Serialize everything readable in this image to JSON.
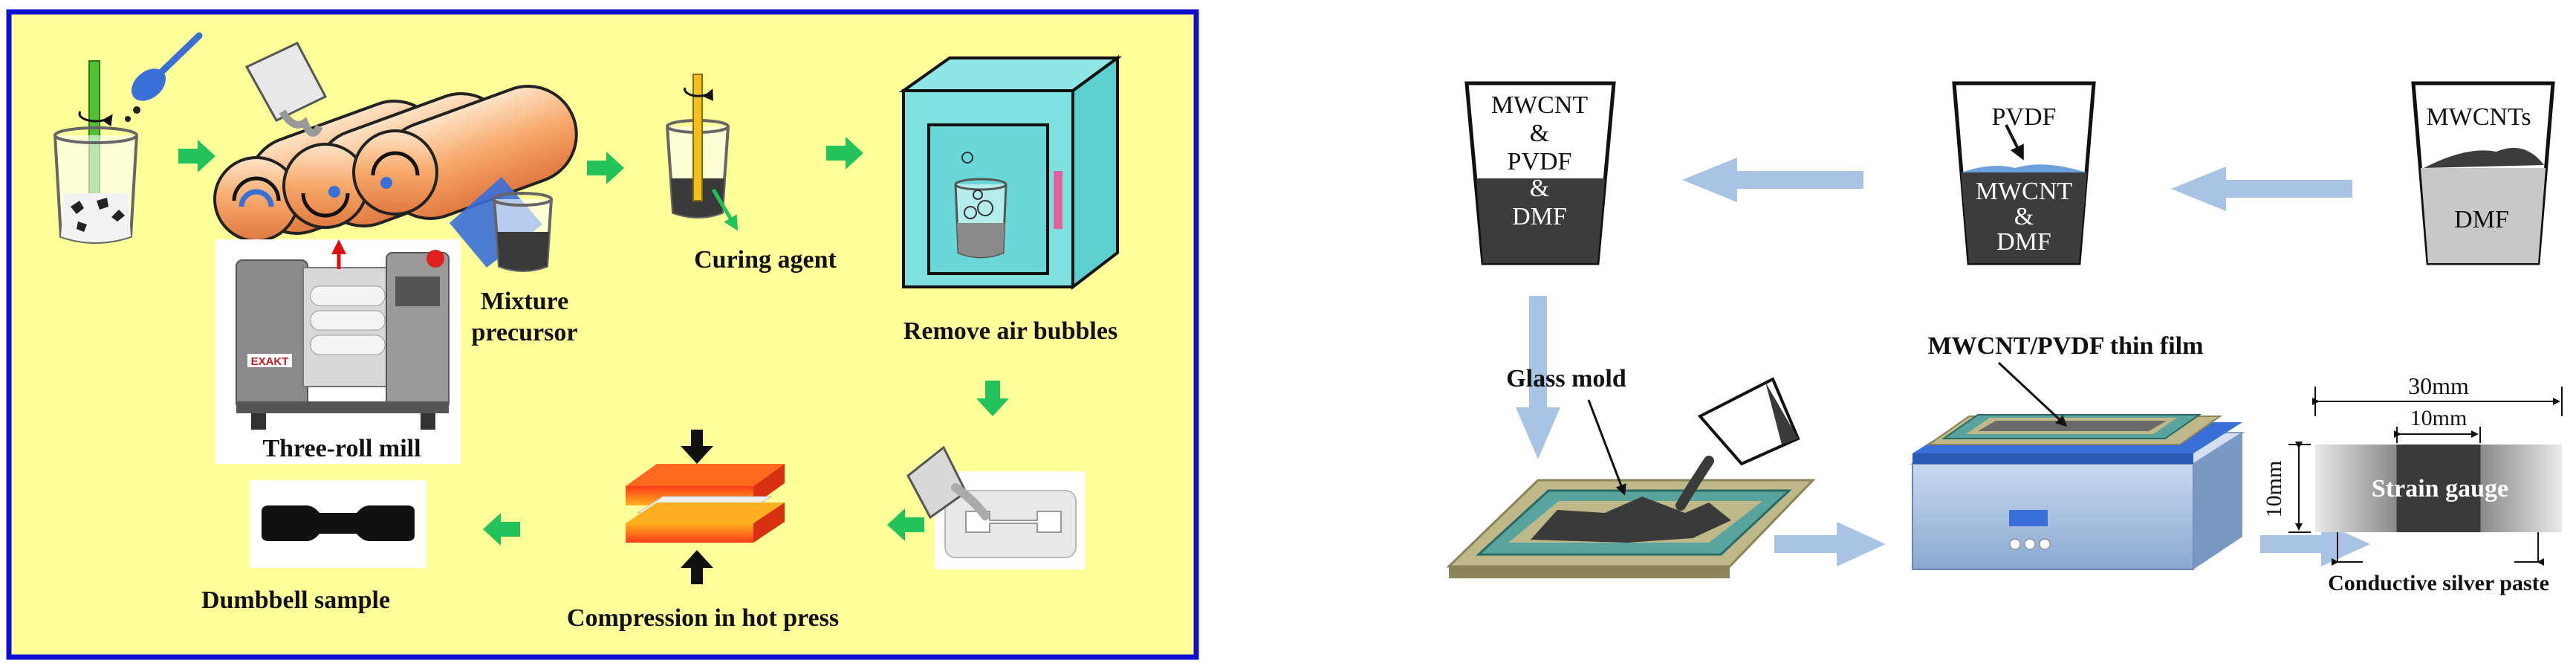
{
  "left_panel": {
    "labels": {
      "curing_agent": "Curing agent",
      "mixture_line1": "Mixture",
      "mixture_line2": "precursor",
      "remove_air": "Remove air bubbles",
      "three_roll": "Three-roll mill",
      "mill_brand": "EXAKT",
      "dumbbell": "Dumbbell sample",
      "hot_press": "Compression in hot press"
    },
    "colors": {
      "background": "#ffff99",
      "border": "#1010d0",
      "arrow": "#22c35a"
    }
  },
  "right_panel": {
    "cup1": {
      "line1": "MWCNT",
      "line2": "&",
      "line3": "PVDF",
      "line4": "&",
      "line5": "DMF"
    },
    "cup2": {
      "top": "PVDF",
      "line1": "MWCNT",
      "line2": "&",
      "line3": "DMF"
    },
    "cup3": {
      "top": "MWCNTs",
      "bottom": "DMF"
    },
    "glass_mold": "Glass mold",
    "thin_film": "MWCNT/PVDF thin film",
    "gauge": {
      "width_total": "30mm",
      "width_center": "10mm",
      "height": "10mm",
      "label": "Strain gauge",
      "paste": "Conductive silver paste"
    },
    "colors": {
      "arrow": "#a9c3e4"
    }
  }
}
